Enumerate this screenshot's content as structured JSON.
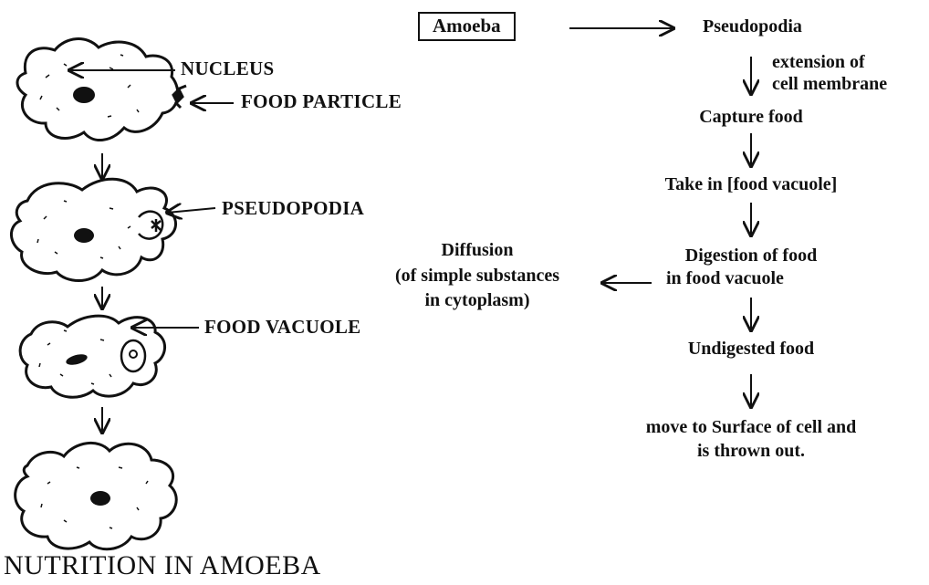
{
  "diagram": {
    "title": "NUTRITION IN AMOEBA",
    "cell_labels": {
      "nucleus": "NUCLEUS",
      "food_particle": "FOOD PARTICLE",
      "pseudopodia": "PSEUDOPODIA",
      "food_vacuole": "FOOD VACUOLE"
    },
    "flowchart": {
      "start_box": "Amoeba",
      "pseudopodia": "Pseudopodia",
      "extension_line1": "extension of",
      "extension_line2": "cell membrane",
      "capture": "Capture food",
      "take_in": "Take in [food vacuole]",
      "digestion_line1": "Digestion of food",
      "digestion_line2": "in food vacuole",
      "diffusion_line1": "Diffusion",
      "diffusion_line2": "(of simple substances",
      "diffusion_line3": "in cytoplasm)",
      "undigested": "Undigested food",
      "move_line1": "move to Surface of cell and",
      "move_line2": "is thrown out."
    }
  }
}
